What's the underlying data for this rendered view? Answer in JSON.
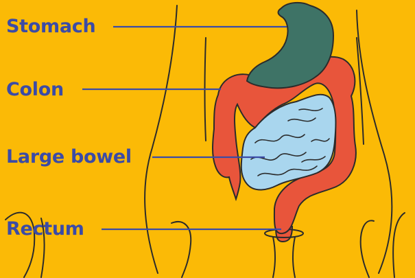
{
  "colors": {
    "background": "#FBBA06",
    "label": "#3B4BA6",
    "outline": "#2B2B2B",
    "stomach": "#3E7366",
    "colon": "#E8553B",
    "small_bowel": "#A9D6EE"
  },
  "labels": {
    "stomach": "Stomach",
    "colon": "Colon",
    "large_bowel": "Large bowel",
    "rectum": "Rectum"
  }
}
